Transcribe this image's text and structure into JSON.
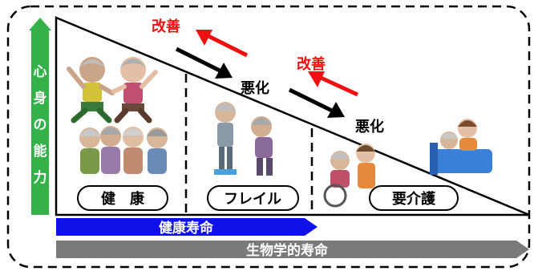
{
  "axis": {
    "vertical_label_chars": [
      "心",
      "身",
      "の",
      "能",
      "力"
    ]
  },
  "stages": [
    {
      "label": "健　康"
    },
    {
      "label": "フレイル"
    },
    {
      "label": "要介護"
    }
  ],
  "transitions": [
    {
      "improve": "改善",
      "worsen": "悪化"
    },
    {
      "improve": "改善",
      "worsen": "悪化"
    }
  ],
  "lifespan_bars": {
    "healthy": "健康寿命",
    "biological": "生物学的寿命"
  },
  "colors": {
    "green_axis": "#33b24a",
    "improve_red": "#ee1111",
    "worsen_black": "#000000",
    "healthy_bar": "#1010e8",
    "biological_bar": "#7a7a7a"
  }
}
